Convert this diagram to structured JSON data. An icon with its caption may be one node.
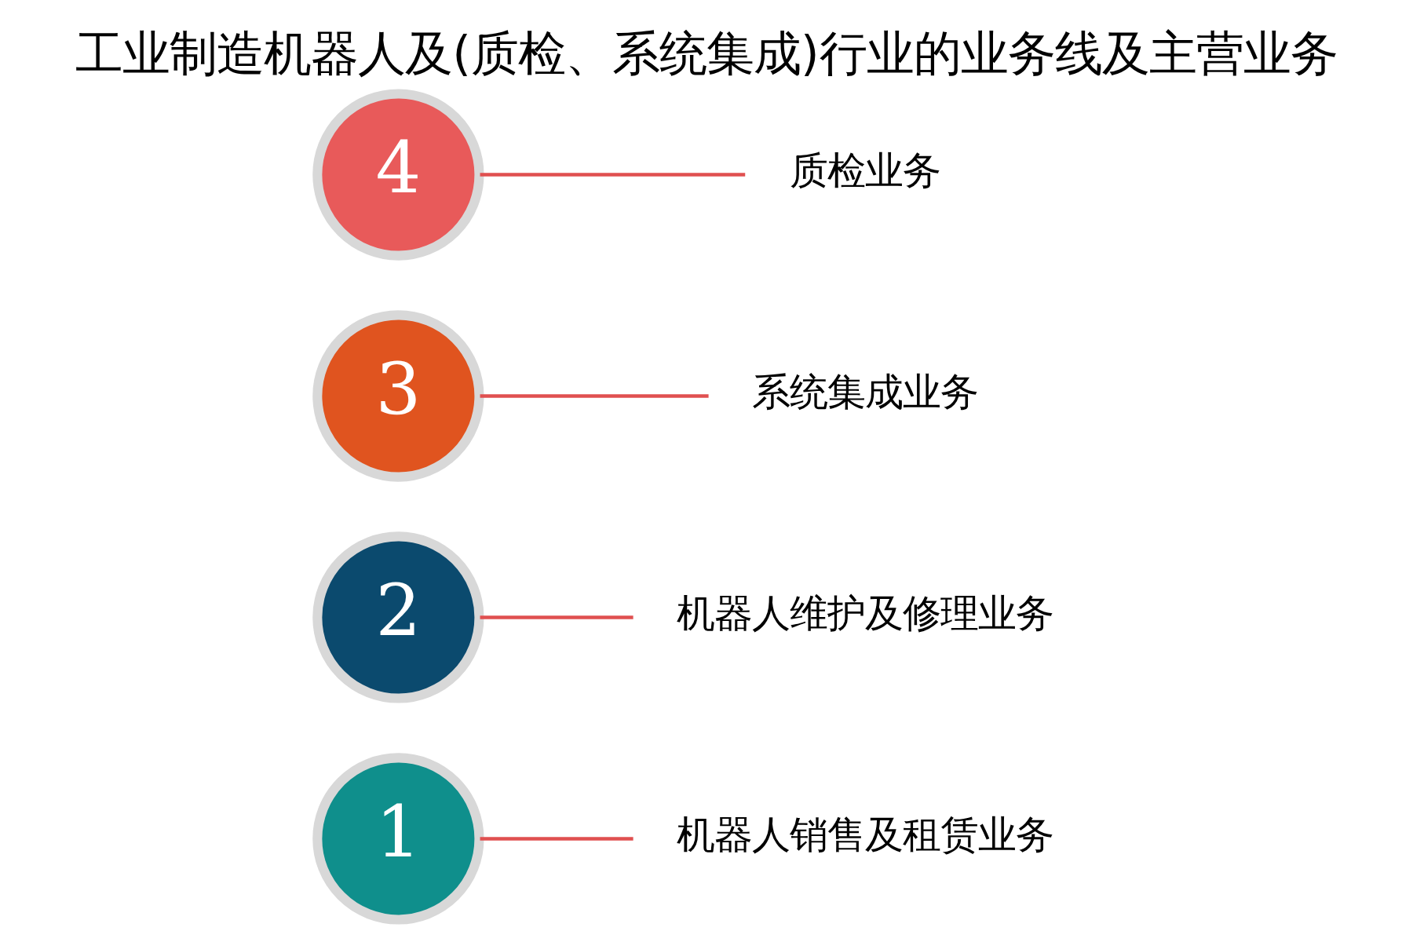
{
  "diagram": {
    "title": "工业制造机器人及(质检、系统集成)行业的业务线及主营业务",
    "nodes": [
      {
        "text": [
          "1"
        ]
      },
      {
        "text": [
          "机器人销售及租赁业务"
        ]
      },
      {
        "text": [
          "2"
        ]
      },
      {
        "text": [
          "机器人维护及修理业务"
        ]
      },
      {
        "text": [
          "3"
        ]
      },
      {
        "text": [
          "系统集成业务"
        ]
      },
      {
        "text": [
          "4"
        ]
      },
      {
        "text": [
          "质检业务"
        ]
      }
    ],
    "edges": [
      {
        "from": 0,
        "to": 1,
        "arrow": "none"
      },
      {
        "from": 2,
        "to": 3,
        "arrow": "none"
      },
      {
        "from": 4,
        "to": 5,
        "arrow": "none"
      },
      {
        "from": 6,
        "to": 7,
        "arrow": "none"
      }
    ]
  }
}
